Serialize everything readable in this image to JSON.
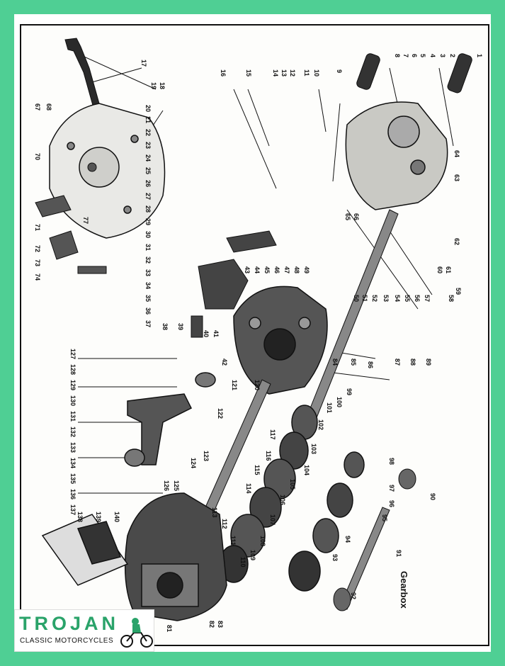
{
  "caption": "Gearbox",
  "brand": {
    "name": "TROJAN",
    "tagline": "CLASSIC  MOTORCYCLES"
  },
  "colors": {
    "background": "#4fcf94",
    "logo_text": "#2aa36a",
    "ink": "#111111"
  }
}
